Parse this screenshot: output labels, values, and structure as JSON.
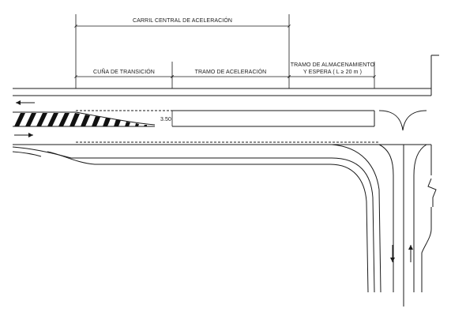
{
  "labels": {
    "carril_central": "CARRIL CENTRAL DE ACELERACIÓN",
    "cuna": "CUÑA DE TRANSICIÓN",
    "tramo_acel": "TRAMO DE ACELERACIÓN",
    "almac_line1": "TRAMO DE ALMACENAMIENTO",
    "almac_line2": "Y ESPERA ( L  ≥ 20 m )",
    "width_dim": "3.50"
  },
  "colors": {
    "ink": "#1a1a1a",
    "hatch": "#111111",
    "background": "#ffffff"
  },
  "icons": {
    "arrow_west": "arrow-left-icon",
    "arrow_east": "arrow-right-icon",
    "arrow_south": "arrow-down-icon",
    "arrow_north": "arrow-up-icon"
  }
}
